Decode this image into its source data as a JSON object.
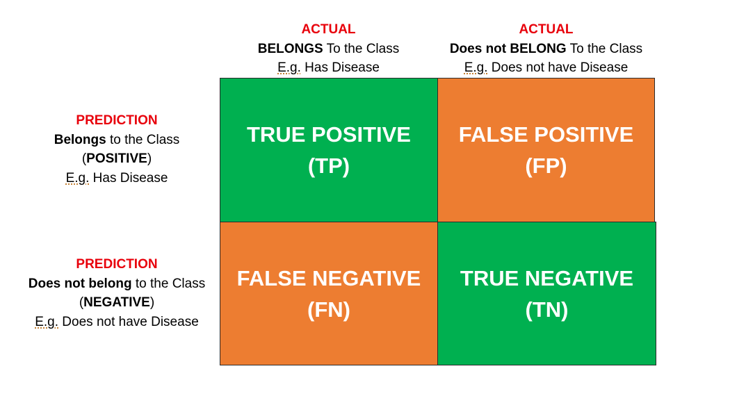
{
  "colors": {
    "green": "#00b050",
    "orange": "#ed7d31",
    "red_title": "#e8000b"
  },
  "columns": [
    {
      "title": "ACTUAL",
      "line1_bold": "BELONGS",
      "line1_rest": " To the Class",
      "example_prefix": "E.g.",
      "example_rest": " Has Disease"
    },
    {
      "title": "ACTUAL",
      "line1_bold": "Does not BELONG",
      "line1_rest": " To the Class",
      "example_prefix": "E.g.",
      "example_rest": " Does not have Disease"
    }
  ],
  "rows": [
    {
      "title": "PREDICTION",
      "line1_bold": "Belongs",
      "line1_rest": " to the Class",
      "paren_open": "(",
      "paren_bold": "POSITIVE",
      "paren_close": ")",
      "example_prefix": "E.g.",
      "example_rest": " Has Disease"
    },
    {
      "title": "PREDICTION",
      "line1_bold": "Does not belong",
      "line1_rest": " to the Class",
      "paren_open": "(",
      "paren_bold": "NEGATIVE",
      "paren_close": ")",
      "example_prefix": "E.g.",
      "example_rest": " Does not have Disease"
    }
  ],
  "cells": {
    "tp": {
      "label": "TRUE POSITIVE",
      "abbr": "(TP)",
      "color": "green"
    },
    "fp": {
      "label": "FALSE POSITIVE",
      "abbr": "(FP)",
      "color": "orange"
    },
    "fn": {
      "label": "FALSE NEGATIVE",
      "abbr": "(FN)",
      "color": "orange"
    },
    "tn": {
      "label": "TRUE NEGATIVE",
      "abbr": "(TN)",
      "color": "green"
    }
  }
}
